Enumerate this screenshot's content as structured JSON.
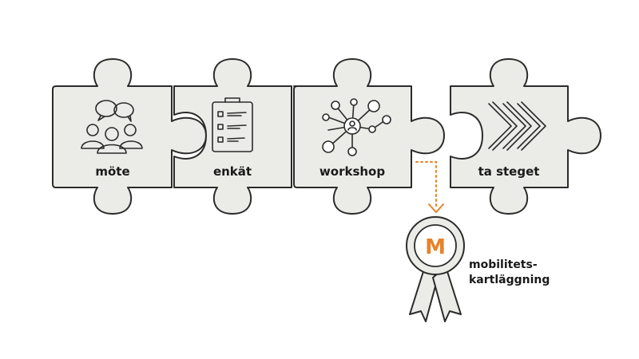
{
  "steps": [
    {
      "label": "möte",
      "icon": "meeting-people-icon"
    },
    {
      "label": "enkät",
      "icon": "survey-checklist-icon"
    },
    {
      "label": "workshop",
      "icon": "network-nodes-icon"
    },
    {
      "label": "ta steget",
      "icon": "forward-chevrons-icon"
    }
  ],
  "badge": {
    "letter": "M",
    "line1": "mobilitets-",
    "line2": "kartläggning",
    "icon": "award-rosette-icon"
  },
  "colors": {
    "piece_fill": "#ebebe8",
    "outline": "#2b2b2b",
    "accent": "#e8822a"
  }
}
